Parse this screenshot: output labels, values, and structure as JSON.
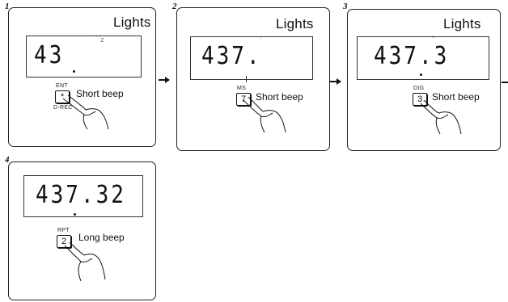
{
  "steps": [
    {
      "number": "1",
      "readout": "43",
      "key_label": "*",
      "key_caption_top": "ENT",
      "key_caption_bottom": "D-REC",
      "beep": "Short beep",
      "lights": "Lights"
    },
    {
      "number": "2",
      "readout": "437.",
      "key_label": "7",
      "key_caption_top": "MS",
      "beep": "Short beep",
      "lights": "Lights"
    },
    {
      "number": "3",
      "readout": "437.3",
      "key_label": "3",
      "key_caption_top": "DIG",
      "beep": "Short beep",
      "lights": "Lights"
    },
    {
      "number": "4",
      "readout": "437.32",
      "key_label": "2",
      "key_caption_top": "RPT",
      "beep": "Long beep"
    }
  ],
  "icons": {
    "hand": "pointing-hand-icon",
    "arrow": "right-arrow-icon"
  }
}
